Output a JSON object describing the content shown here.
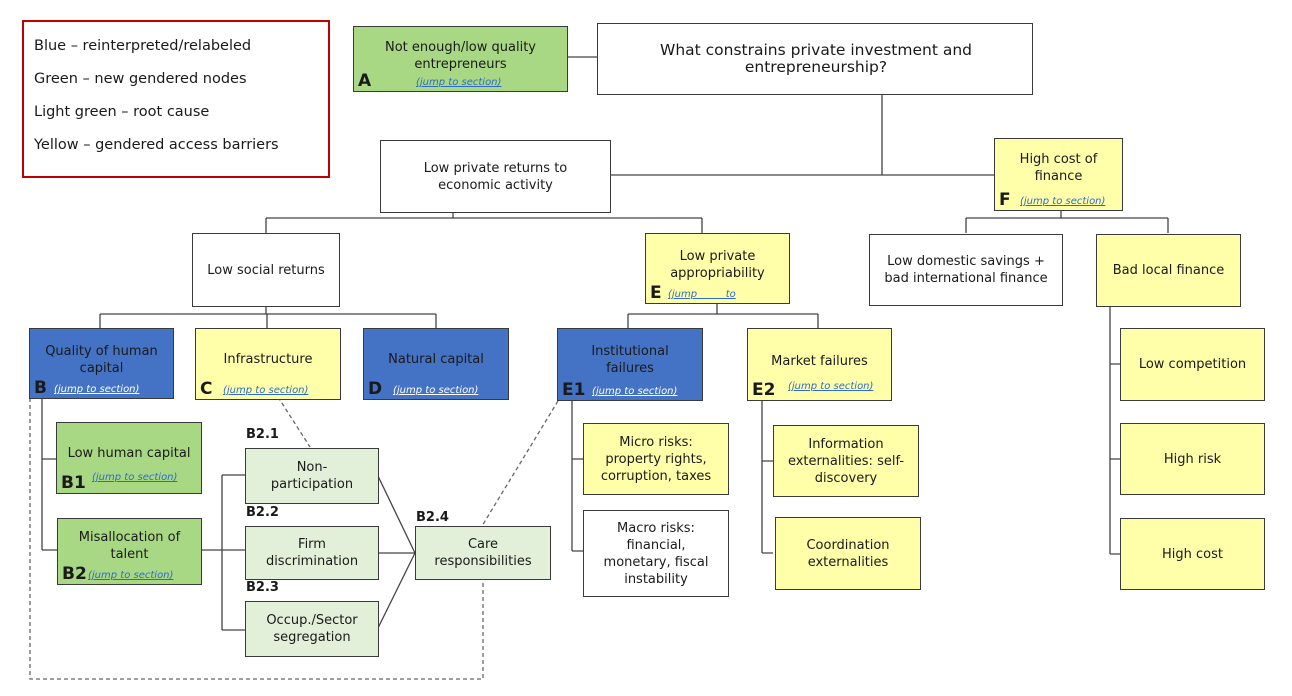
{
  "legend": {
    "items": [
      "Blue – reinterpreted/relabeled",
      "Green – new gendered nodes",
      "Light green – root cause",
      "Yellow – gendered access barriers"
    ],
    "border_color": "#c00000"
  },
  "colors": {
    "blue": "#4472c4",
    "green": "#a9d884",
    "light_green": "#e2efd9",
    "yellow": "#ffffaa",
    "white": "#ffffff",
    "link": "#2e6cc7"
  },
  "nodes": {
    "root": {
      "label": "What constrains private investment and entrepreneurship?"
    },
    "A": {
      "label": "Not enough/low quality entrepreneurs",
      "tag": "A",
      "link": "(jump to section)"
    },
    "low_private_returns": {
      "label": "Low private returns to economic activity"
    },
    "F": {
      "label": "High cost of finance",
      "tag": "F",
      "link": "(jump to section)"
    },
    "low_social_returns": {
      "label": "Low social returns"
    },
    "E": {
      "label": "Low private appropriability",
      "tag": "E",
      "link": "(jump         to"
    },
    "low_domestic_savings": {
      "label": "Low domestic savings + bad international finance"
    },
    "bad_local_finance": {
      "label": "Bad local finance"
    },
    "B": {
      "label": "Quality of human capital",
      "tag": "B",
      "link": "(jump to section)"
    },
    "C": {
      "label": "Infrastructure",
      "tag": "C",
      "link": "(jump to section)"
    },
    "D": {
      "label": "Natural capital",
      "tag": "D",
      "link": "(jump to section)"
    },
    "E1": {
      "label": "Institutional failures",
      "tag": "E1",
      "link": "(jump to section)"
    },
    "E2": {
      "label": "Market failures",
      "tag": "E2",
      "link": "(jump to section)"
    },
    "low_competition": {
      "label": "Low competition"
    },
    "high_risk": {
      "label": "High risk"
    },
    "high_cost": {
      "label": "High cost"
    },
    "B1": {
      "label": "Low human capital",
      "tag": "B1",
      "link": "(jump to section)"
    },
    "B2": {
      "label": "Misallocation of talent",
      "tag": "B2",
      "link": "(jump to section)"
    },
    "B2_1": {
      "label": "Non-participation",
      "tag": "B2.1"
    },
    "B2_2": {
      "label": "Firm discrimination",
      "tag": "B2.2"
    },
    "B2_3": {
      "label": "Occup./Sector segregation",
      "tag": "B2.3"
    },
    "B2_4": {
      "label": "Care responsibilities",
      "tag": "B2.4"
    },
    "micro_risks": {
      "label": "Micro risks: property rights, corruption, taxes"
    },
    "macro_risks": {
      "label": "Macro risks: financial, monetary, fiscal instability"
    },
    "info_ext": {
      "label": "Information externalities: self-discovery"
    },
    "coord_ext": {
      "label": "Coordination externalities"
    }
  }
}
